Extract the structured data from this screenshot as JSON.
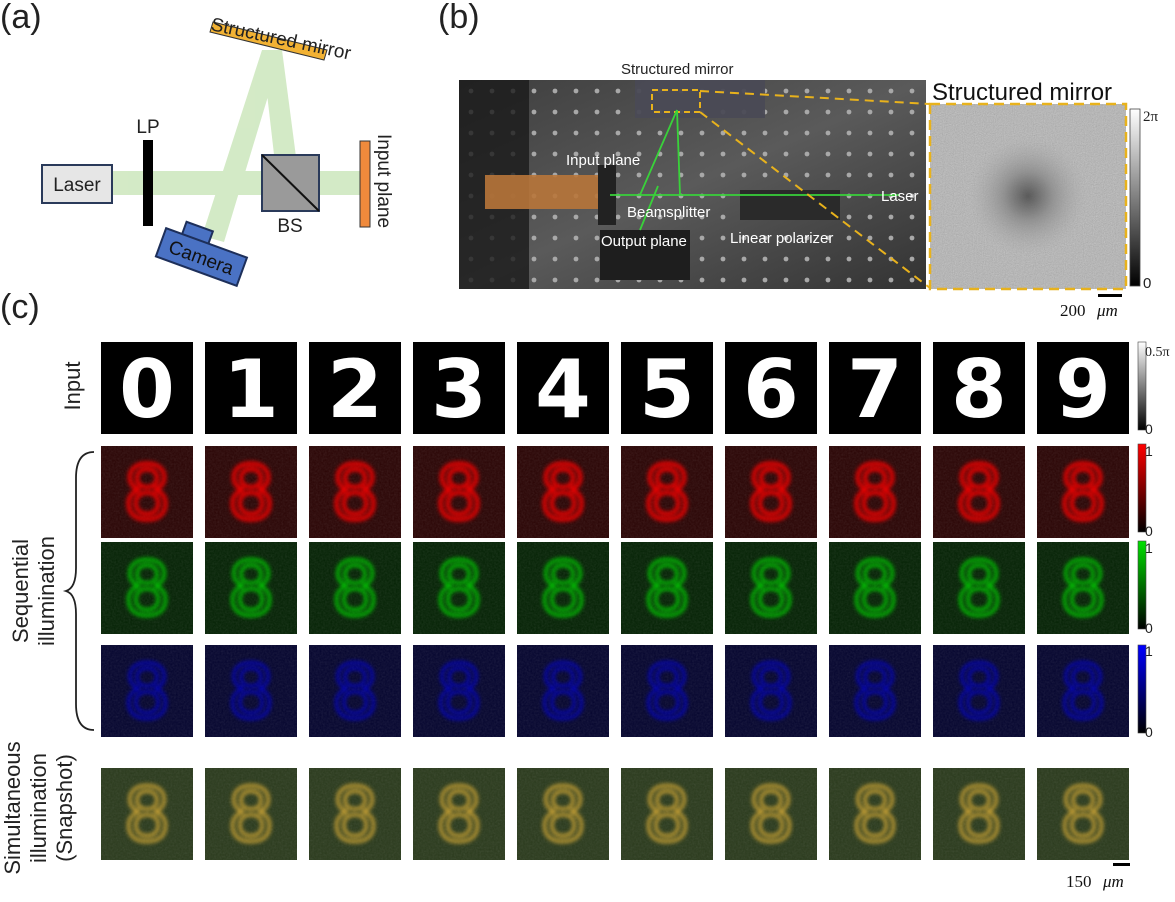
{
  "figure": {
    "panel_labels": [
      "(a)",
      "(b)",
      "(c)"
    ]
  },
  "panel_a": {
    "components": {
      "laser": "Laser",
      "lp": "LP",
      "bs": "BS",
      "camera": "Camera",
      "input_plane": "Input plane",
      "structured_mirror": "Structured mirror"
    },
    "colors": {
      "beam": "#cfe8c0",
      "mirror": "#f2b234",
      "input_plane": "#f08a3c",
      "camera": "#4a72c4",
      "box_stroke": "#2a3a5a"
    }
  },
  "panel_b": {
    "photo_labels": {
      "structured_mirror": "Structured mirror",
      "input_plane": "Input plane",
      "beamsplitter": "Beamsplitter",
      "laser": "Laser",
      "output_plane": "Output plane",
      "linear_polarizer": "Linear polarizer"
    },
    "inset_title": "Structured mirror",
    "colorbar": {
      "max": "2π",
      "min": "0"
    },
    "scalebar": {
      "value": "200",
      "unit": "μm"
    }
  },
  "panel_c": {
    "row_labels": {
      "input": "Input",
      "sequential_line1": "Sequential",
      "sequential_line2": "illumination",
      "simultaneous_line1": "Simultaneous",
      "simultaneous_line2": "illumination",
      "simultaneous_line3": "(Snapshot)"
    },
    "digits": [
      "0",
      "1",
      "2",
      "3",
      "4",
      "5",
      "6",
      "7",
      "8",
      "9"
    ],
    "output_digit": "8",
    "colorbars": {
      "input": {
        "max": "0.5π",
        "min": "0"
      },
      "red": {
        "max": "1",
        "min": "0",
        "color": "#ff0000"
      },
      "green": {
        "max": "1",
        "min": "0",
        "color": "#00e000"
      },
      "blue": {
        "max": "1",
        "min": "0",
        "color": "#0000ff"
      }
    },
    "scalebar": {
      "value": "150",
      "unit": "μm"
    }
  }
}
